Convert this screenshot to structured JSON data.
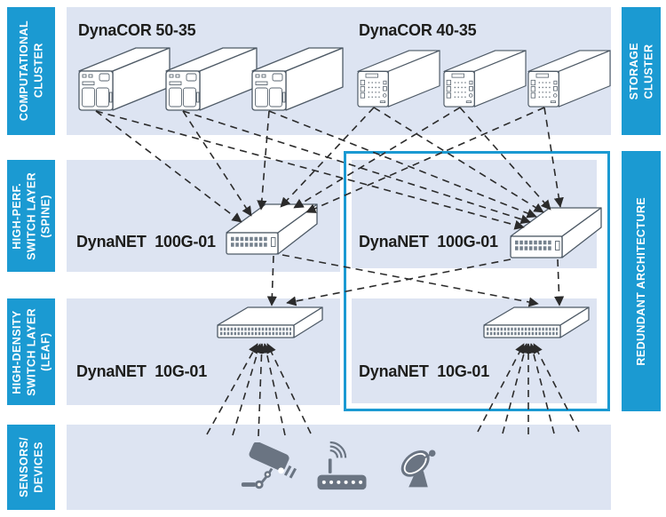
{
  "diagram_title": "Network architecture: computational cluster, storage cluster, spine/leaf switch layers, sensors",
  "colors": {
    "accent_blue": "#1b9ad2",
    "band_background": "#dde4f2",
    "connection_line": "#2b2b2b",
    "sensor_icon_gray": "#6a7482",
    "device_outline": "#4e5a66",
    "title_text": "#1d1d1b"
  },
  "side_labels": {
    "computational": [
      "COMPUTATIONAL",
      "CLUSTER"
    ],
    "spine": [
      "HIGH-PERF.",
      "SWITCH LAYER",
      "(SPINE)"
    ],
    "leaf": [
      "HIGH-DENSITY",
      "SWITCH LAYER",
      "(LEAF)"
    ],
    "sensors": [
      "SENSORS/",
      "DEVICES"
    ],
    "storage": [
      "STORAGE",
      "CLUSTER"
    ],
    "redundant": [
      "REDUNDANT ARCHITECTURE"
    ]
  },
  "titles": {
    "dynacor_50": "DynaCOR 50-35",
    "dynacor_40": "DynaCOR 40-35",
    "dynanet_100g_left": "DynaNET  100G-01",
    "dynanet_100g_right": "DynaNET  100G-01",
    "dynanet_10g_left": "DynaNET  10G-01",
    "dynanet_10g_right": "DynaNET  10G-01"
  },
  "devices": {
    "computational_servers": {
      "model": "DynaCOR 50-35",
      "count": 3
    },
    "storage_servers": {
      "model": "DynaCOR 40-35",
      "count": 3
    },
    "spine_switches": {
      "model": "DynaNET 100G-01",
      "count": 2
    },
    "leaf_switches": {
      "model": "DynaNET 10G-01",
      "count": 2
    },
    "sensor_icons": [
      "security-camera-icon",
      "wireless-router-icon",
      "satellite-dish-icon"
    ]
  },
  "connections": {
    "style": "dashed",
    "lines": [
      [
        108,
        125,
        272,
        250
      ],
      [
        206,
        125,
        283,
        243
      ],
      [
        303,
        125,
        294,
        236
      ],
      [
        421,
        121,
        316,
        233
      ],
      [
        518,
        121,
        331,
        234
      ],
      [
        613,
        121,
        345,
        239
      ],
      [
        108,
        125,
        590,
        256
      ],
      [
        206,
        125,
        597,
        250
      ],
      [
        303,
        125,
        604,
        244
      ],
      [
        421,
        121,
        612,
        239
      ],
      [
        518,
        121,
        620,
        236
      ],
      [
        613,
        121,
        631,
        233
      ],
      [
        308,
        288,
        306,
        344
      ],
      [
        318,
        287,
        606,
        342
      ],
      [
        628,
        292,
        630,
        344
      ],
      [
        575,
        292,
        323,
        341
      ],
      [
        233,
        489,
        290,
        387
      ],
      [
        262,
        490,
        293,
        387
      ],
      [
        291,
        491,
        295,
        387
      ],
      [
        321,
        490,
        298,
        387
      ],
      [
        350,
        488,
        301,
        387
      ],
      [
        538,
        486,
        590,
        387
      ],
      [
        566,
        488,
        593,
        387
      ],
      [
        595,
        489,
        595,
        387
      ],
      [
        624,
        488,
        598,
        387
      ],
      [
        652,
        486,
        601,
        387
      ]
    ]
  }
}
